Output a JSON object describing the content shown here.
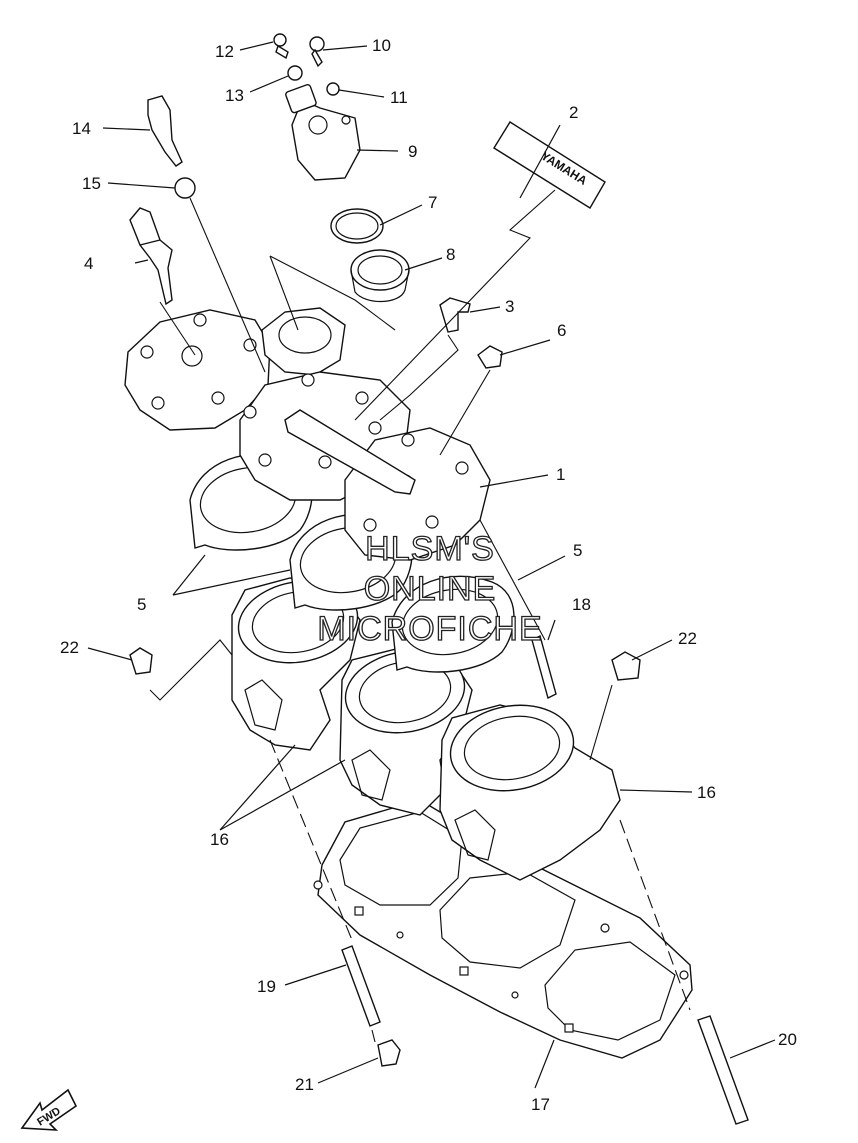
{
  "watermark": {
    "line1": "HLSM'S",
    "line2": "ONLINE",
    "line3": "MICROFICHE"
  },
  "fwd_label": "FWD",
  "callouts": {
    "c1": "1",
    "c2": "2",
    "c3": "3",
    "c4": "4",
    "c5a": "5",
    "c5b": "5",
    "c6": "6",
    "c7": "7",
    "c8": "8",
    "c9": "9",
    "c10": "10",
    "c11": "11",
    "c12": "12",
    "c13": "13",
    "c14": "14",
    "c15": "15",
    "c16a": "16",
    "c16b": "16",
    "c17": "17",
    "c18": "18",
    "c19": "19",
    "c20": "20",
    "c21": "21",
    "c22a": "22",
    "c22b": "22"
  },
  "decal_text": "YAMAHA"
}
